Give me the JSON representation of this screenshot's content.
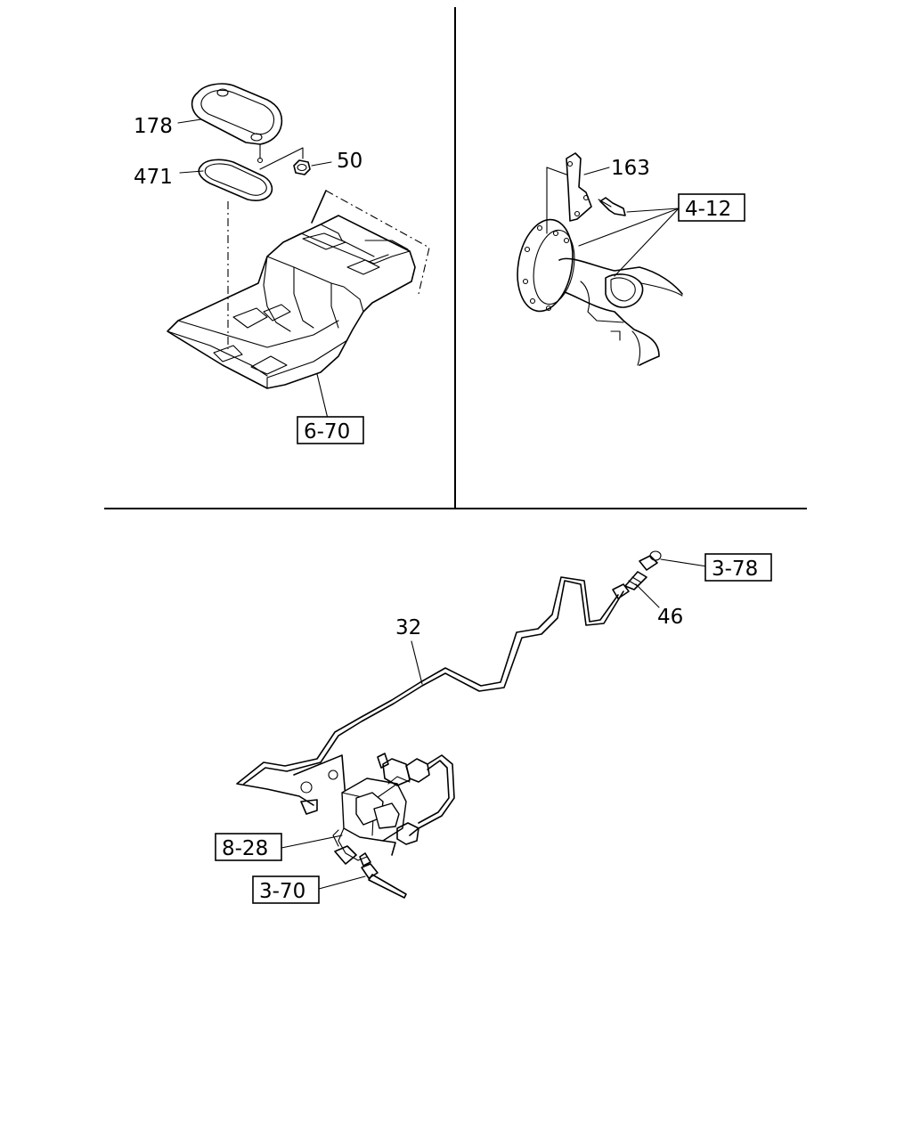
{
  "callouts": {
    "p178": "178",
    "p471": "471",
    "p50": "50",
    "p163": "163",
    "p32": "32",
    "p46": "46"
  },
  "references": {
    "r670": "6-70",
    "r412": "4-12",
    "r378": "3-78",
    "r828": "8-28",
    "r370": "3-70"
  }
}
